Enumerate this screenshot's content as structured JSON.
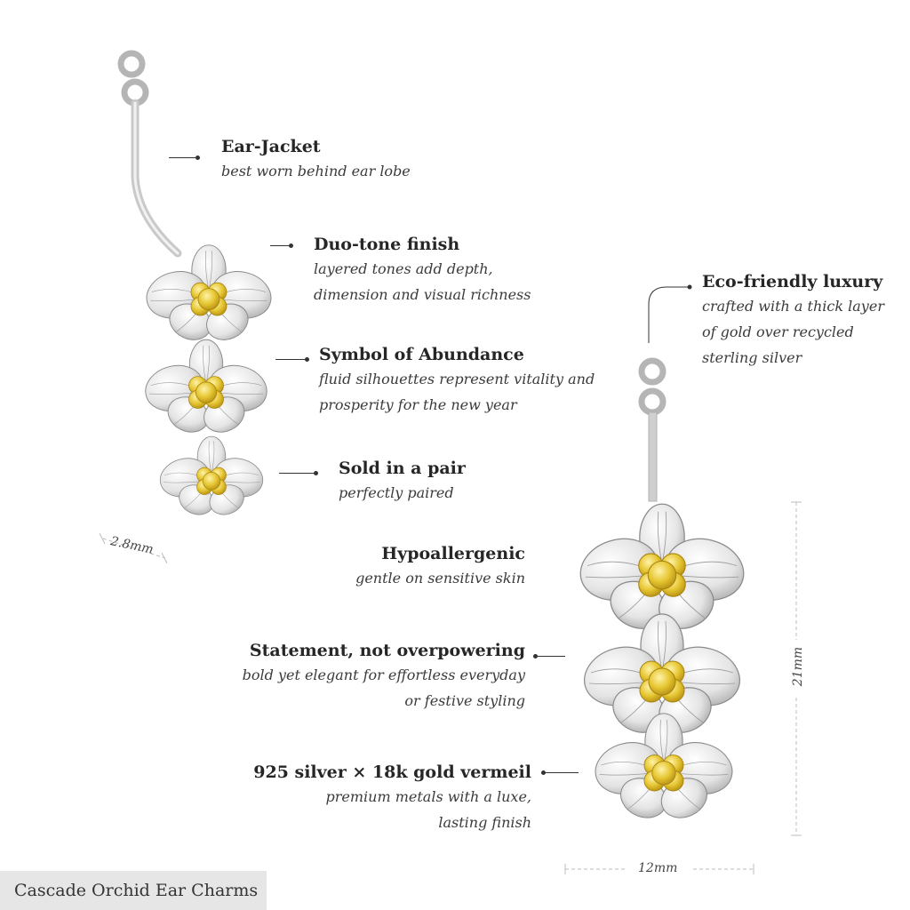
{
  "product": {
    "name": "Cascade Orchid Ear Charms"
  },
  "features": {
    "ear_jacket": {
      "title": "Ear-Jacket",
      "desc": [
        "best worn behind ear lobe"
      ]
    },
    "duo_tone": {
      "title": "Duo-tone finish",
      "desc": [
        "layered tones add depth,",
        "dimension and visual richness"
      ]
    },
    "abundance": {
      "title": "Symbol of Abundance",
      "desc": [
        "fluid silhouettes represent vitality and",
        "prosperity for the new year"
      ]
    },
    "pair": {
      "title": "Sold in a pair",
      "desc": [
        "perfectly paired"
      ]
    },
    "eco": {
      "title": "Eco-friendly luxury",
      "desc": [
        "crafted with a thick layer",
        "of gold over recycled",
        "sterling silver"
      ]
    },
    "hypo": {
      "title": "Hypoallergenic",
      "desc": [
        "gentle on sensitive skin"
      ]
    },
    "statement": {
      "title": "Statement, not overpowering",
      "desc": [
        "bold yet elegant for effortless everyday",
        "or festive styling"
      ]
    },
    "metal": {
      "title": "925 silver × 18k gold vermeil",
      "desc": [
        "premium metals with a luxe,",
        "lasting finish"
      ]
    }
  },
  "dimensions": {
    "thickness": "2.8mm",
    "height": "21mm",
    "width": "12mm"
  },
  "colors": {
    "silver": "#e9e9e9",
    "silver_shade": "#b9b9b9",
    "gold": "#e6c632",
    "gold_shade": "#c8a11a",
    "text": "#262626",
    "caption_bg": "#e6e6e6"
  }
}
